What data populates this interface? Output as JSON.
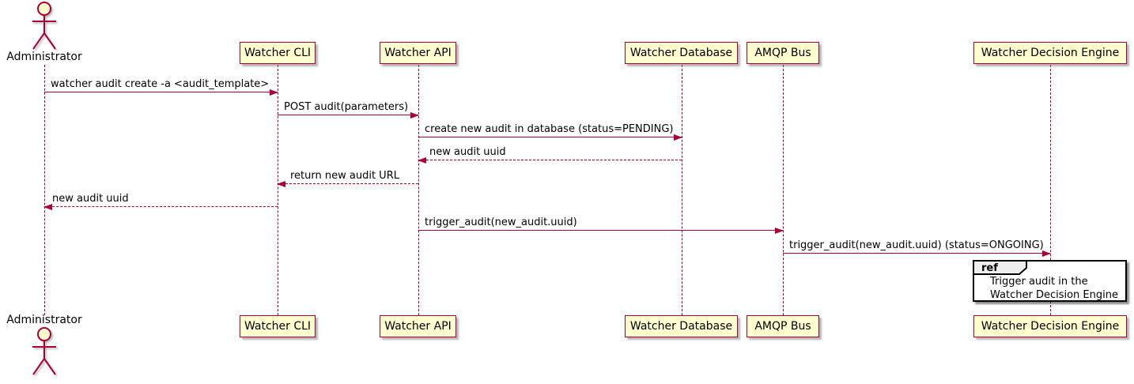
{
  "diagram": {
    "type": "uml-sequence-diagram",
    "actor": {
      "name": "Administrator"
    },
    "participants": [
      {
        "name": "Watcher CLI"
      },
      {
        "name": "Watcher API"
      },
      {
        "name": "Watcher Database"
      },
      {
        "name": "AMQP Bus"
      },
      {
        "name": "Watcher Decision Engine"
      }
    ],
    "messages": [
      {
        "from": "Administrator",
        "to": "Watcher CLI",
        "style": "solid",
        "label": "watcher audit create -a <audit_template>"
      },
      {
        "from": "Watcher CLI",
        "to": "Watcher API",
        "style": "solid",
        "label": "POST audit(parameters)"
      },
      {
        "from": "Watcher API",
        "to": "Watcher Database",
        "style": "solid",
        "label": "create new audit in database (status=PENDING)"
      },
      {
        "from": "Watcher Database",
        "to": "Watcher API",
        "style": "dashed",
        "label": "new audit uuid"
      },
      {
        "from": "Watcher API",
        "to": "Watcher CLI",
        "style": "dashed",
        "label": "return new audit URL"
      },
      {
        "from": "Watcher CLI",
        "to": "Administrator",
        "style": "dashed",
        "label": "new audit uuid"
      },
      {
        "from": "Watcher API",
        "to": "AMQP Bus",
        "style": "solid",
        "label": "trigger_audit(new_audit.uuid)"
      },
      {
        "from": "AMQP Bus",
        "to": "Watcher Decision Engine",
        "style": "solid",
        "label": "trigger_audit(new_audit.uuid) (status=ONGOING)"
      }
    ],
    "ref_fragment": {
      "keyword": "ref",
      "text_lines": {
        "0": "Trigger audit in the",
        "1": "Watcher Decision Engine"
      }
    },
    "colors": {
      "accent": "#A80036",
      "participant_fill": "#FEFECE",
      "ref_label_fill": "#EEEEEE",
      "text": "#000000",
      "background": "#FFFFFF"
    }
  }
}
